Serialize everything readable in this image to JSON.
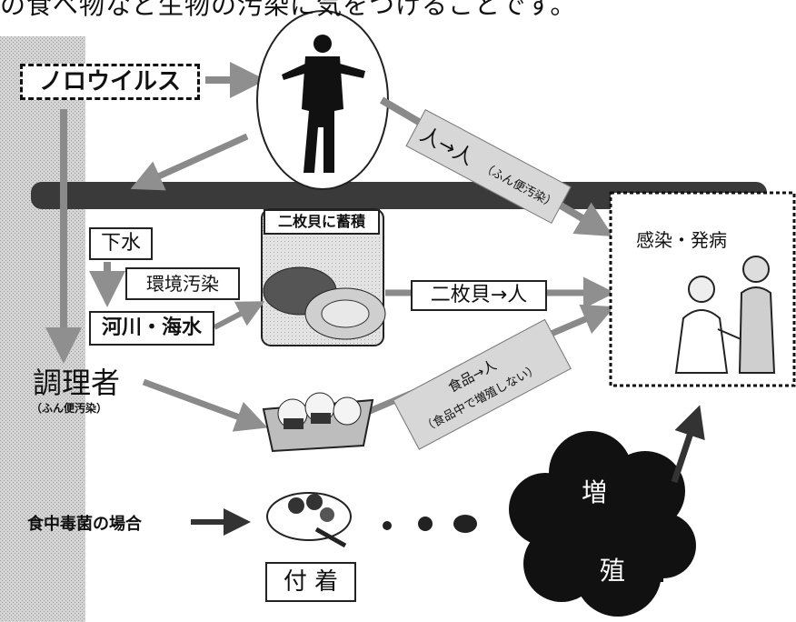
{
  "header": {
    "text": "の食べ物など生物の汚染に気をつけることです。"
  },
  "diagram": {
    "norovirus": "ノロウイルス",
    "person_to_person": "人→人",
    "person_to_person_note": "（ふん便汚染）",
    "bivalve_concentration": "二枚貝に蓄積",
    "infection": "感染・発病",
    "sewage": "下水",
    "environment_pollution": "環境汚染",
    "river_sea": "河川・海水",
    "bivalve_to_person": "二枚貝→人",
    "cook": "調理者",
    "cook_note": "（ふん便汚染）",
    "food_to_person": "食品→人",
    "food_to_person_note": "（食品中で増殖しない）",
    "bacteria_case": "食中毒菌の場合",
    "attachment": "付 着",
    "growth_1": "増",
    "growth_2": "殖"
  }
}
